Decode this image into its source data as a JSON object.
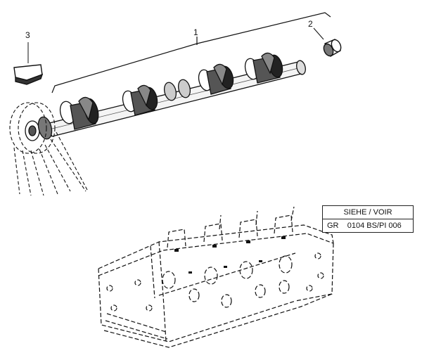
{
  "callouts": {
    "part_1": "1",
    "part_2": "2",
    "part_3": "3"
  },
  "reference_box": {
    "header": "SIEHE / VOIR",
    "reference": "GR    0104 BS/PI 006"
  },
  "colors": {
    "line": "#111111",
    "background": "#ffffff"
  }
}
